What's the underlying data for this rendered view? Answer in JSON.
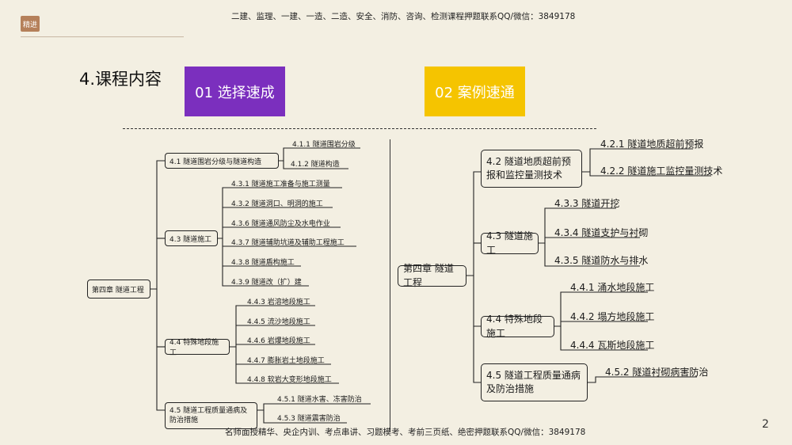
{
  "header": {
    "logo_text": "精进",
    "banner_top": "二建、监理、一建、一造、二造、安全、消防、咨询、检测课程押题联系QQ/微信：3849178",
    "banner_bottom": "名师面授精华、央企内训、考点串讲、习题模考、考前三页纸、绝密押题联系QQ/微信：3849178"
  },
  "section_title": "4.课程内容",
  "tabs": [
    {
      "label": "01 选择速成",
      "color": "#7b2fbe"
    },
    {
      "label": "02 案例速通",
      "color": "#f5c400"
    }
  ],
  "left_map": {
    "root": "第四章 隧道工程",
    "branches": [
      {
        "label": "4.1 隧道围岩分级与隧道构造",
        "leaves": [
          "4.1.1 隧道围岩分级",
          "4.1.2 隧道构造"
        ]
      },
      {
        "label": "4.3 隧道施工",
        "leaves": [
          "4.3.1 隧道施工准备与施工测量",
          "4.3.2 隧道洞口、明洞的施工",
          "4.3.6 隧道通风防尘及水电作业",
          "4.3.7 隧道辅助坑道及辅助工程施工",
          "4.3.8 隧道盾构施工",
          "4.3.9 隧道改（扩）建"
        ]
      },
      {
        "label": "4.4 特殊地段施工",
        "leaves": [
          "4.4.3 岩溶地段施工",
          "4.4.5 流沙地段施工",
          "4.4.6 岩爆地段施工",
          "4.4.7 膨胀岩土地段施工",
          "4.4.8 软岩大变形地段施工"
        ]
      },
      {
        "label": "4.5 隧道工程质量通病及防治措施",
        "leaves": [
          "4.5.1 隧道水害、冻害防治",
          "4.5.3 隧道震害防治"
        ]
      }
    ]
  },
  "right_map": {
    "root": "第四章 隧道工程",
    "branches": [
      {
        "label": "4.2 隧道地质超前预报和监控量测技术",
        "leaves": [
          "4.2.1 隧道地质超前预报",
          "4.2.2 隧道施工监控量测技术"
        ]
      },
      {
        "label": "4.3 隧道施工",
        "leaves": [
          "4.3.3 隧道开挖",
          "4.3.4 隧道支护与衬砌",
          "4.3.5 隧道防水与排水"
        ]
      },
      {
        "label": "4.4 特殊地段施工",
        "leaves": [
          "4.4.1 涌水地段施工",
          "4.4.2 塌方地段施工",
          "4.4.4 瓦斯地段施工"
        ]
      },
      {
        "label": "4.5 隧道工程质量通病及防治措施",
        "leaves": [
          "4.5.2 隧道衬砌病害防治"
        ]
      }
    ]
  },
  "page_number": "2"
}
